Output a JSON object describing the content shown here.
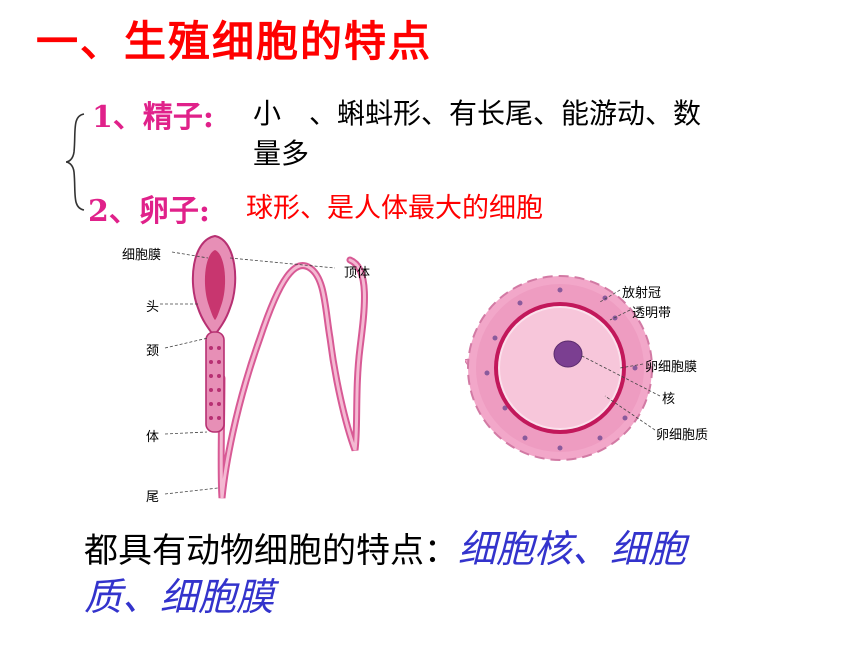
{
  "title": "一、生殖细胞的特点",
  "sperm": {
    "label": "1、精子:",
    "text_line1": "小　、蝌蚪形、有长尾、能游动、数",
    "text_line2": "量多"
  },
  "egg": {
    "label": "2、卵子:",
    "text": "球形、是人体最大的细胞"
  },
  "sperm_diagram": {
    "labels": {
      "membrane": "细胞膜",
      "head": "头",
      "neck": "颈",
      "body": "体",
      "tail": "尾",
      "acrosome": "顶体"
    }
  },
  "egg_diagram": {
    "labels": {
      "corona": "放射冠",
      "zona": "透明带",
      "membrane": "卵细胞膜",
      "nucleus": "核",
      "cytoplasm": "卵细胞质"
    }
  },
  "conclusion": {
    "prefix": "都具有动物细胞的特点：",
    "em_line1": "细胞核、细胞",
    "em_line2": "质、细胞膜"
  },
  "colors": {
    "title": "#ff0000",
    "label": "#e0218a",
    "egg_text": "#ff0000",
    "emphasis": "#3333cc",
    "cell_pink": "#e890b8",
    "cell_dark": "#c2185b"
  }
}
